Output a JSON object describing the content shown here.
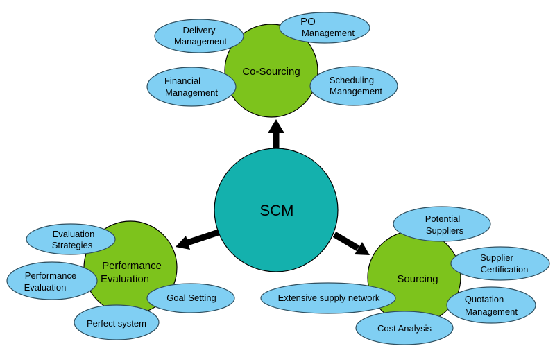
{
  "center": {
    "label": "SCM"
  },
  "hubs": {
    "co_sourcing": {
      "label": "Co-Sourcing",
      "items": {
        "delivery": [
          "Delivery",
          "Management"
        ],
        "po": [
          "PO",
          "Management"
        ],
        "financial": [
          "Financial",
          "Management"
        ],
        "scheduling": [
          "Scheduling",
          "Management"
        ]
      }
    },
    "performance": {
      "label": [
        "Performance",
        "Evaluation"
      ],
      "items": {
        "strategies": [
          "Evaluation",
          "Strategies"
        ],
        "evaluation": [
          "Performance",
          "Evaluation"
        ],
        "goal": "Goal Setting",
        "perfect": "Perfect system"
      }
    },
    "sourcing": {
      "label": "Sourcing",
      "items": {
        "potential": [
          "Potential",
          "Suppliers"
        ],
        "certification": [
          "Supplier",
          "Certification"
        ],
        "network": "Extensive supply network",
        "quotation": [
          "Quotation",
          "Management"
        ],
        "cost": "Cost Analysis"
      }
    }
  },
  "colors": {
    "hub": "#7dc31c",
    "center": "#14b1ad",
    "leaf": "#80cff3"
  }
}
